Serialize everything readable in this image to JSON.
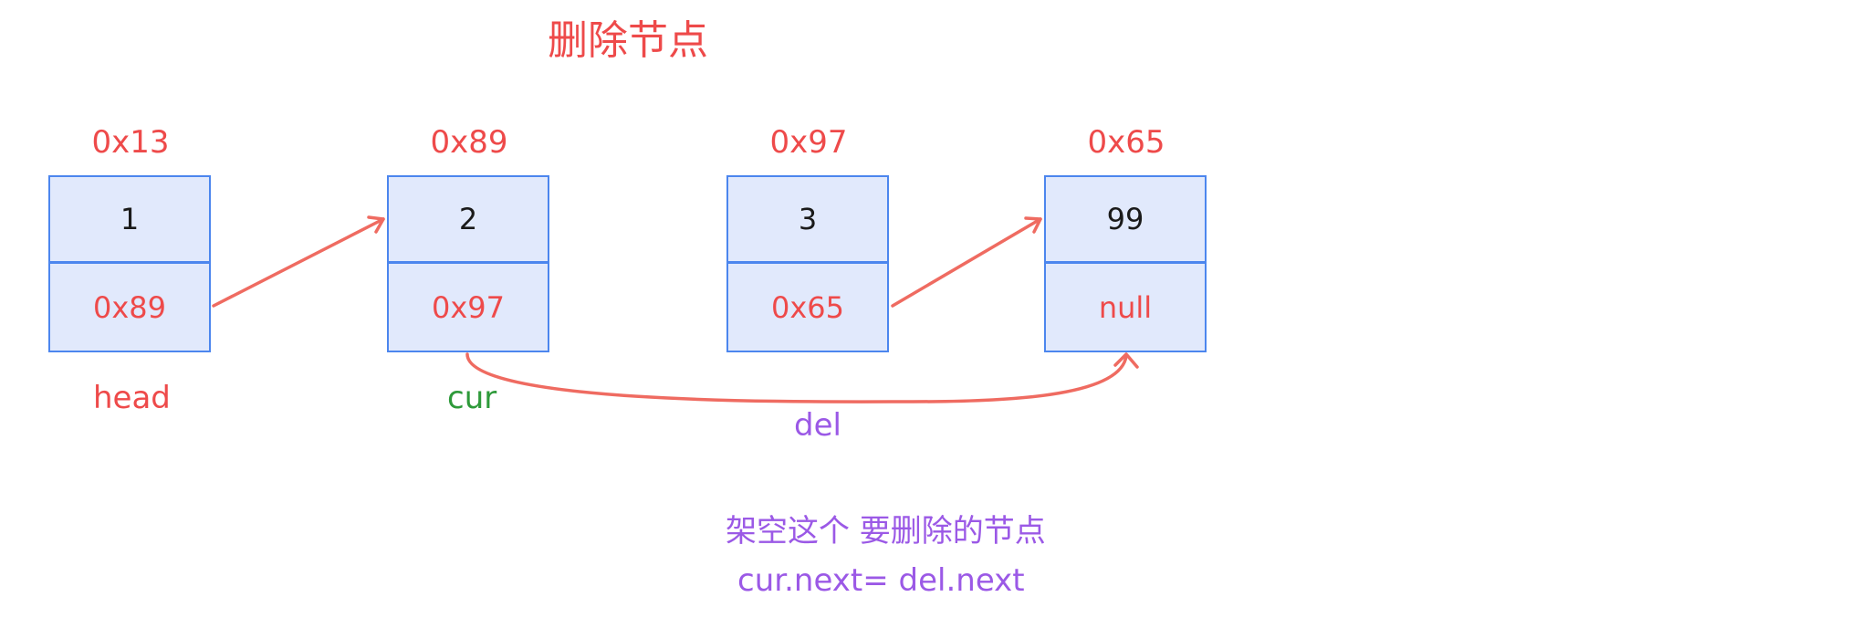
{
  "title": "删除节点",
  "nodes": [
    {
      "address": "0x13",
      "value": "1",
      "next": "0x89"
    },
    {
      "address": "0x89",
      "value": "2",
      "next": "0x97"
    },
    {
      "address": "0x97",
      "value": "3",
      "next": "0x65"
    },
    {
      "address": "0x65",
      "value": "99",
      "next": "null"
    }
  ],
  "pointers": {
    "head": "head",
    "cur": "cur",
    "del": "del"
  },
  "notes": {
    "line1": "架空这个 要删除的节点",
    "line2": "cur.next= del.next"
  },
  "colors": {
    "red": "#ee4a4a",
    "blue": "#4c86ee",
    "fill": "#e1e9fc",
    "green": "#2e9a3a",
    "purple": "#9b59e6",
    "arrow": "#ef6b61"
  }
}
